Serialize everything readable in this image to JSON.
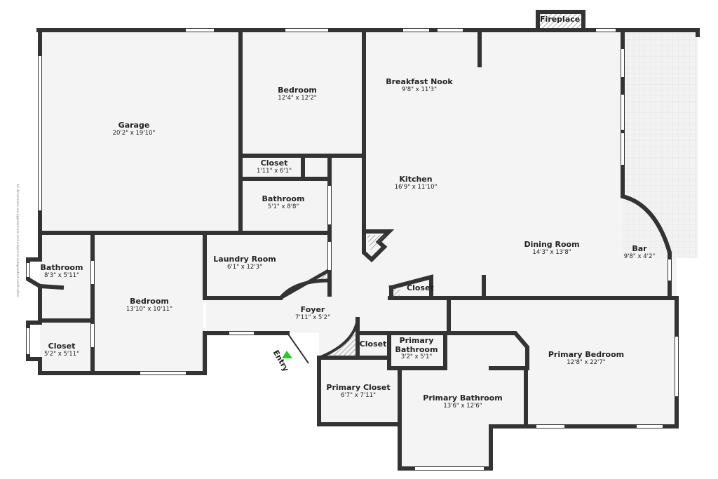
{
  "disclaimer": "All dimensions are approximate and subject to independent verification",
  "rooms": [
    {
      "name": "Garage",
      "dims": "20'2\" x 19'10\""
    },
    {
      "name": "Bedroom",
      "dims": "12'4\" x 12'2\""
    },
    {
      "name": "Breakfast Nook",
      "dims": "9'8\" x 11'3\""
    },
    {
      "name": "Closet",
      "dims": "1'11\" x 6'1\""
    },
    {
      "name": "Kitchen",
      "dims": "16'9\" x 11'10\""
    },
    {
      "name": "Bathroom",
      "dims": "5'1\" x 8'8\""
    },
    {
      "name": "Laundry Room",
      "dims": "6'1\" x 12'3\""
    },
    {
      "name": "Bathroom",
      "dims": "8'3\" x 5'11\""
    },
    {
      "name": "Dining Room",
      "dims": "14'3\" x 13'8\""
    },
    {
      "name": "Bar",
      "dims": "9'8\" x 4'2\""
    },
    {
      "name": "Bedroom",
      "dims": "13'10\" x 10'11\""
    },
    {
      "name": "Foyer",
      "dims": "7'11\" x 5'2\""
    },
    {
      "name": "Closet",
      "dims": "5'2\" x 5'11\""
    },
    {
      "name": "Primary Bathroom",
      "dims": "3'2\" x 5'1\""
    },
    {
      "name": "Primary Bedroom",
      "dims": "12'8\" x 22'7\""
    },
    {
      "name": "Primary Closet",
      "dims": "6'7\" x 7'11\""
    },
    {
      "name": "Primary Bathroom",
      "dims": "13'6\" x 12'6\""
    }
  ],
  "unlabeled": {
    "closet_kitchen": "Closet",
    "closet_foyer": "Closet"
  },
  "fireplace": "Fireplace",
  "entry": "Entry",
  "colors": {
    "wall": "#333333",
    "floor": "#f4f4f4",
    "entry_marker": "#22cc22"
  }
}
